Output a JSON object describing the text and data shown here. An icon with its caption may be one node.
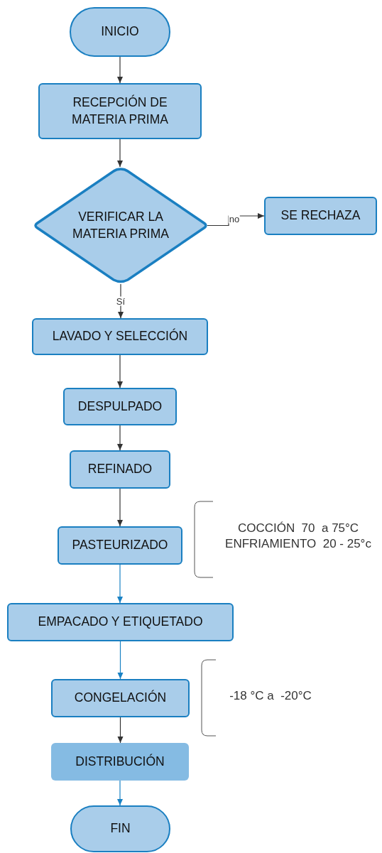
{
  "diagram": {
    "nodes": [
      {
        "text": [
          "INICIO"
        ]
      },
      {
        "text": [
          "RECEPCIÓN DE MATERIA PRIMA"
        ]
      },
      {
        "text": [
          "VERIFICAR LA MATERIA PRIMA"
        ]
      },
      {
        "text": [
          "SE RECHAZA"
        ]
      },
      {
        "text": [
          "LAVADO Y SELECCIÓN"
        ]
      },
      {
        "text": [
          "DESPULPADO"
        ]
      },
      {
        "text": [
          "REFINADO"
        ]
      },
      {
        "text": [
          "PASTEURIZADO"
        ],
        "beside": [
          "COCCIÓN  70  a 75°C ENFRIAMIENTO  20 - 25°c"
        ]
      },
      {
        "text": [
          "EMPACADO Y ETIQUETADO"
        ]
      },
      {
        "text": [
          "CONGELACIÓN"
        ],
        "beside": [
          "-18 °C a  -20°C"
        ]
      },
      {
        "text": [
          "DISTRIBUCIÓN"
        ]
      },
      {
        "text": [
          "FIN"
        ]
      }
    ],
    "edges": [
      {
        "from": 0,
        "to": 1,
        "arrow": "to"
      },
      {
        "from": 1,
        "to": 2,
        "arrow": "to"
      },
      {
        "from": 2,
        "to": 3,
        "arrow": "to",
        "label": "no"
      },
      {
        "from": 2,
        "to": 4,
        "arrow": "to",
        "label": "Sí"
      },
      {
        "from": 4,
        "to": 5,
        "arrow": "to"
      },
      {
        "from": 5,
        "to": 6,
        "arrow": "to"
      },
      {
        "from": 6,
        "to": 7,
        "arrow": "to"
      },
      {
        "from": 7,
        "to": 8,
        "arrow": "to",
        "color": "#1a82c4"
      },
      {
        "from": 8,
        "to": 9,
        "arrow": "to",
        "color": "#1a82c4"
      },
      {
        "from": 9,
        "to": 10,
        "arrow": "to"
      },
      {
        "from": 10,
        "to": 11,
        "arrow": "to",
        "color": "#1a82c4"
      }
    ]
  }
}
